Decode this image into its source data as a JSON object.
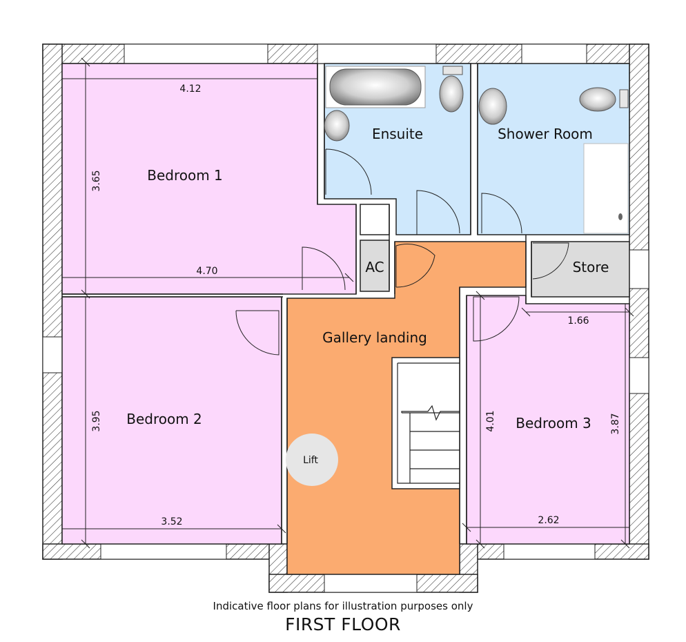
{
  "rooms": {
    "bedroom1": "Bedroom 1",
    "bedroom2": "Bedroom 2",
    "bedroom3": "Bedroom 3",
    "ensuite": "Ensuite",
    "shower": "Shower Room",
    "gallery": "Gallery landing",
    "ac": "AC",
    "store": "Store",
    "lift": "Lift"
  },
  "dimensions": {
    "bed1_width_top": "4.12",
    "bed1_width_bottom": "4.70",
    "bed1_depth": "3.65",
    "bed2_width": "3.52",
    "bed2_depth": "3.95",
    "bed3_width": "2.62",
    "bed3_depth_left": "4.01",
    "bed3_depth_right": "3.87",
    "store_width": "1.66"
  },
  "footer": {
    "caption": "Indicative floor plans for illustration purposes only",
    "title": "FIRST FLOOR"
  },
  "colors": {
    "bedroom": "#fcd8fc",
    "bathroom": "#cfe8fc",
    "landing": "#fbab70",
    "store": "#dcdcdc"
  }
}
